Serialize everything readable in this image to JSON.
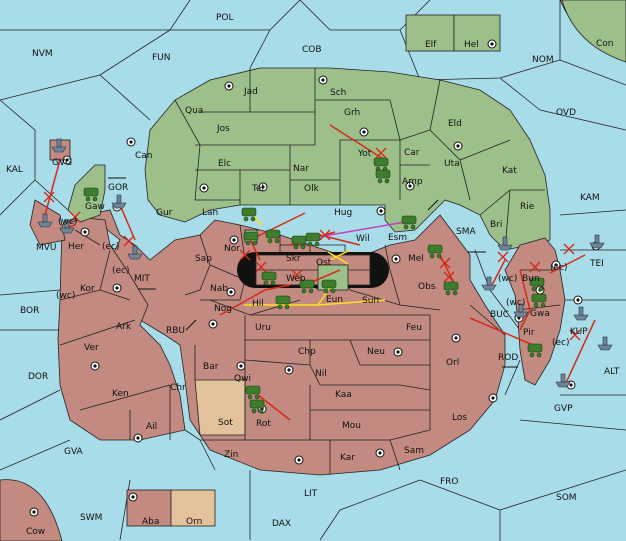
{
  "colors": {
    "sea": "#a8dce8",
    "green_power": "#9dc08b",
    "red_power": "#c28a80",
    "neutral": "#e2c29a",
    "army_unit": "#3f7d2e",
    "move_arrow": "#d42a1a",
    "support_arrow": "#ffe21a",
    "convoy_arrow": "#c040c0"
  },
  "sea_regions": [
    {
      "id": "POL",
      "label": "POL"
    },
    {
      "id": "COB",
      "label": "COB"
    },
    {
      "id": "NVM",
      "label": "NVM"
    },
    {
      "id": "FUN",
      "label": "FUN"
    },
    {
      "id": "NOM",
      "label": "NOM"
    },
    {
      "id": "Con",
      "label": "Con"
    },
    {
      "id": "OVD",
      "label": "OVD"
    },
    {
      "id": "KAL",
      "label": "KAL"
    },
    {
      "id": "KAM",
      "label": "KAM"
    },
    {
      "id": "SMA",
      "label": "SMA"
    },
    {
      "id": "GOR",
      "label": "GOR"
    },
    {
      "id": "MIT",
      "label": "MIT"
    },
    {
      "id": "BOR",
      "label": "BOR"
    },
    {
      "id": "RBU",
      "label": "RBU"
    },
    {
      "id": "BUC",
      "label": "BUC"
    },
    {
      "id": "ROD",
      "label": "ROD"
    },
    {
      "id": "TEI",
      "label": "TEI"
    },
    {
      "id": "ALT",
      "label": "ALT"
    },
    {
      "id": "DOR",
      "label": "DOR"
    },
    {
      "id": "GVA",
      "label": "GVA"
    },
    {
      "id": "FRO",
      "label": "FRO"
    },
    {
      "id": "SOM",
      "label": "SOM"
    },
    {
      "id": "LIT",
      "label": "LIT"
    },
    {
      "id": "SWM",
      "label": "SWM"
    },
    {
      "id": "DAX",
      "label": "DAX"
    }
  ],
  "green_provinces": [
    {
      "id": "Jad",
      "label": "Jad"
    },
    {
      "id": "Sch",
      "label": "Sch"
    },
    {
      "id": "Qua",
      "label": "Qua"
    },
    {
      "id": "Jos",
      "label": "Jos"
    },
    {
      "id": "Grh",
      "label": "Grh"
    },
    {
      "id": "Eld",
      "label": "Eld"
    },
    {
      "id": "Can",
      "label": "Can"
    },
    {
      "id": "Elc",
      "label": "Elc"
    },
    {
      "id": "Nar",
      "label": "Nar"
    },
    {
      "id": "Yot",
      "label": "Yot"
    },
    {
      "id": "Car",
      "label": "Car"
    },
    {
      "id": "Uta",
      "label": "Uta"
    },
    {
      "id": "Kat",
      "label": "Kat"
    },
    {
      "id": "Tel",
      "label": "Tel"
    },
    {
      "id": "Olk",
      "label": "Olk"
    },
    {
      "id": "Amp",
      "label": "Amp"
    },
    {
      "id": "Gur",
      "label": "Gur"
    },
    {
      "id": "Lan",
      "label": "Lan"
    },
    {
      "id": "Hug",
      "label": "Hug"
    },
    {
      "id": "Rie",
      "label": "Rie"
    },
    {
      "id": "Bri",
      "label": "Bri"
    },
    {
      "id": "Gaw",
      "label": "Gaw"
    },
    {
      "id": "Elf",
      "label": "Elf"
    },
    {
      "id": "Hel",
      "label": "Hel"
    },
    {
      "id": "Eun",
      "label": "Eun"
    }
  ],
  "red_provinces": [
    {
      "id": "Nor",
      "label": "Nor"
    },
    {
      "id": "Sap",
      "label": "Sap"
    },
    {
      "id": "Skr",
      "label": "Skr"
    },
    {
      "id": "Wil",
      "label": "Wil"
    },
    {
      "id": "Esm",
      "label": "Esm"
    },
    {
      "id": "Ost",
      "label": "Ost"
    },
    {
      "id": "Mel",
      "label": "Mel"
    },
    {
      "id": "Her",
      "label": "Her"
    },
    {
      "id": "MVU",
      "label": "MVU"
    },
    {
      "id": "Kor",
      "label": "Kor"
    },
    {
      "id": "Nab",
      "label": "Nab"
    },
    {
      "id": "Web",
      "label": "Web"
    },
    {
      "id": "Obs",
      "label": "Obs"
    },
    {
      "id": "Hil",
      "label": "Hil"
    },
    {
      "id": "Sun",
      "label": "Sun"
    },
    {
      "id": "Nog",
      "label": "Nog"
    },
    {
      "id": "Ark",
      "label": "Ark"
    },
    {
      "id": "Uru",
      "label": "Uru"
    },
    {
      "id": "Feu",
      "label": "Feu"
    },
    {
      "id": "Pir",
      "label": "Pir"
    },
    {
      "id": "Chp",
      "label": "Chp"
    },
    {
      "id": "Neu",
      "label": "Neu"
    },
    {
      "id": "Ver",
      "label": "Ver"
    },
    {
      "id": "Orl",
      "label": "Orl"
    },
    {
      "id": "Bar",
      "label": "Bar"
    },
    {
      "id": "Qwi",
      "label": "Qwi"
    },
    {
      "id": "Nil",
      "label": "Nil"
    },
    {
      "id": "Ken",
      "label": "Ken"
    },
    {
      "id": "Chr",
      "label": "Chr"
    },
    {
      "id": "Kaa",
      "label": "Kaa"
    },
    {
      "id": "Rot",
      "label": "Rot"
    },
    {
      "id": "Los",
      "label": "Los"
    },
    {
      "id": "Ail",
      "label": "Ail"
    },
    {
      "id": "Mou",
      "label": "Mou"
    },
    {
      "id": "Zin",
      "label": "Zin"
    },
    {
      "id": "Kar",
      "label": "Kar"
    },
    {
      "id": "Sam",
      "label": "Sam"
    },
    {
      "id": "Aba",
      "label": "Aba"
    },
    {
      "id": "Bun",
      "label": "Bun"
    },
    {
      "id": "Gwa",
      "label": "Gwa"
    },
    {
      "id": "KUP",
      "label": "KUP"
    },
    {
      "id": "GVP",
      "label": "GVP"
    },
    {
      "id": "GVG",
      "label": "GVG"
    },
    {
      "id": "Cow",
      "label": "Cow"
    }
  ],
  "neutral_provinces": [
    {
      "id": "Sot",
      "label": "Sot"
    },
    {
      "id": "Orn",
      "label": "Orn"
    }
  ],
  "coast_tags": [
    {
      "id": "wc1",
      "label": "(wc)"
    },
    {
      "id": "ec1",
      "label": "(ec)"
    },
    {
      "id": "wc2",
      "label": "(wc)"
    },
    {
      "id": "wc3",
      "label": "(wc)"
    },
    {
      "id": "ec2",
      "label": "(ec)"
    },
    {
      "id": "ec3",
      "label": "(ec)"
    },
    {
      "id": "wc4",
      "label": "(wc)"
    },
    {
      "id": "ec4",
      "label": "(ec)"
    }
  ]
}
